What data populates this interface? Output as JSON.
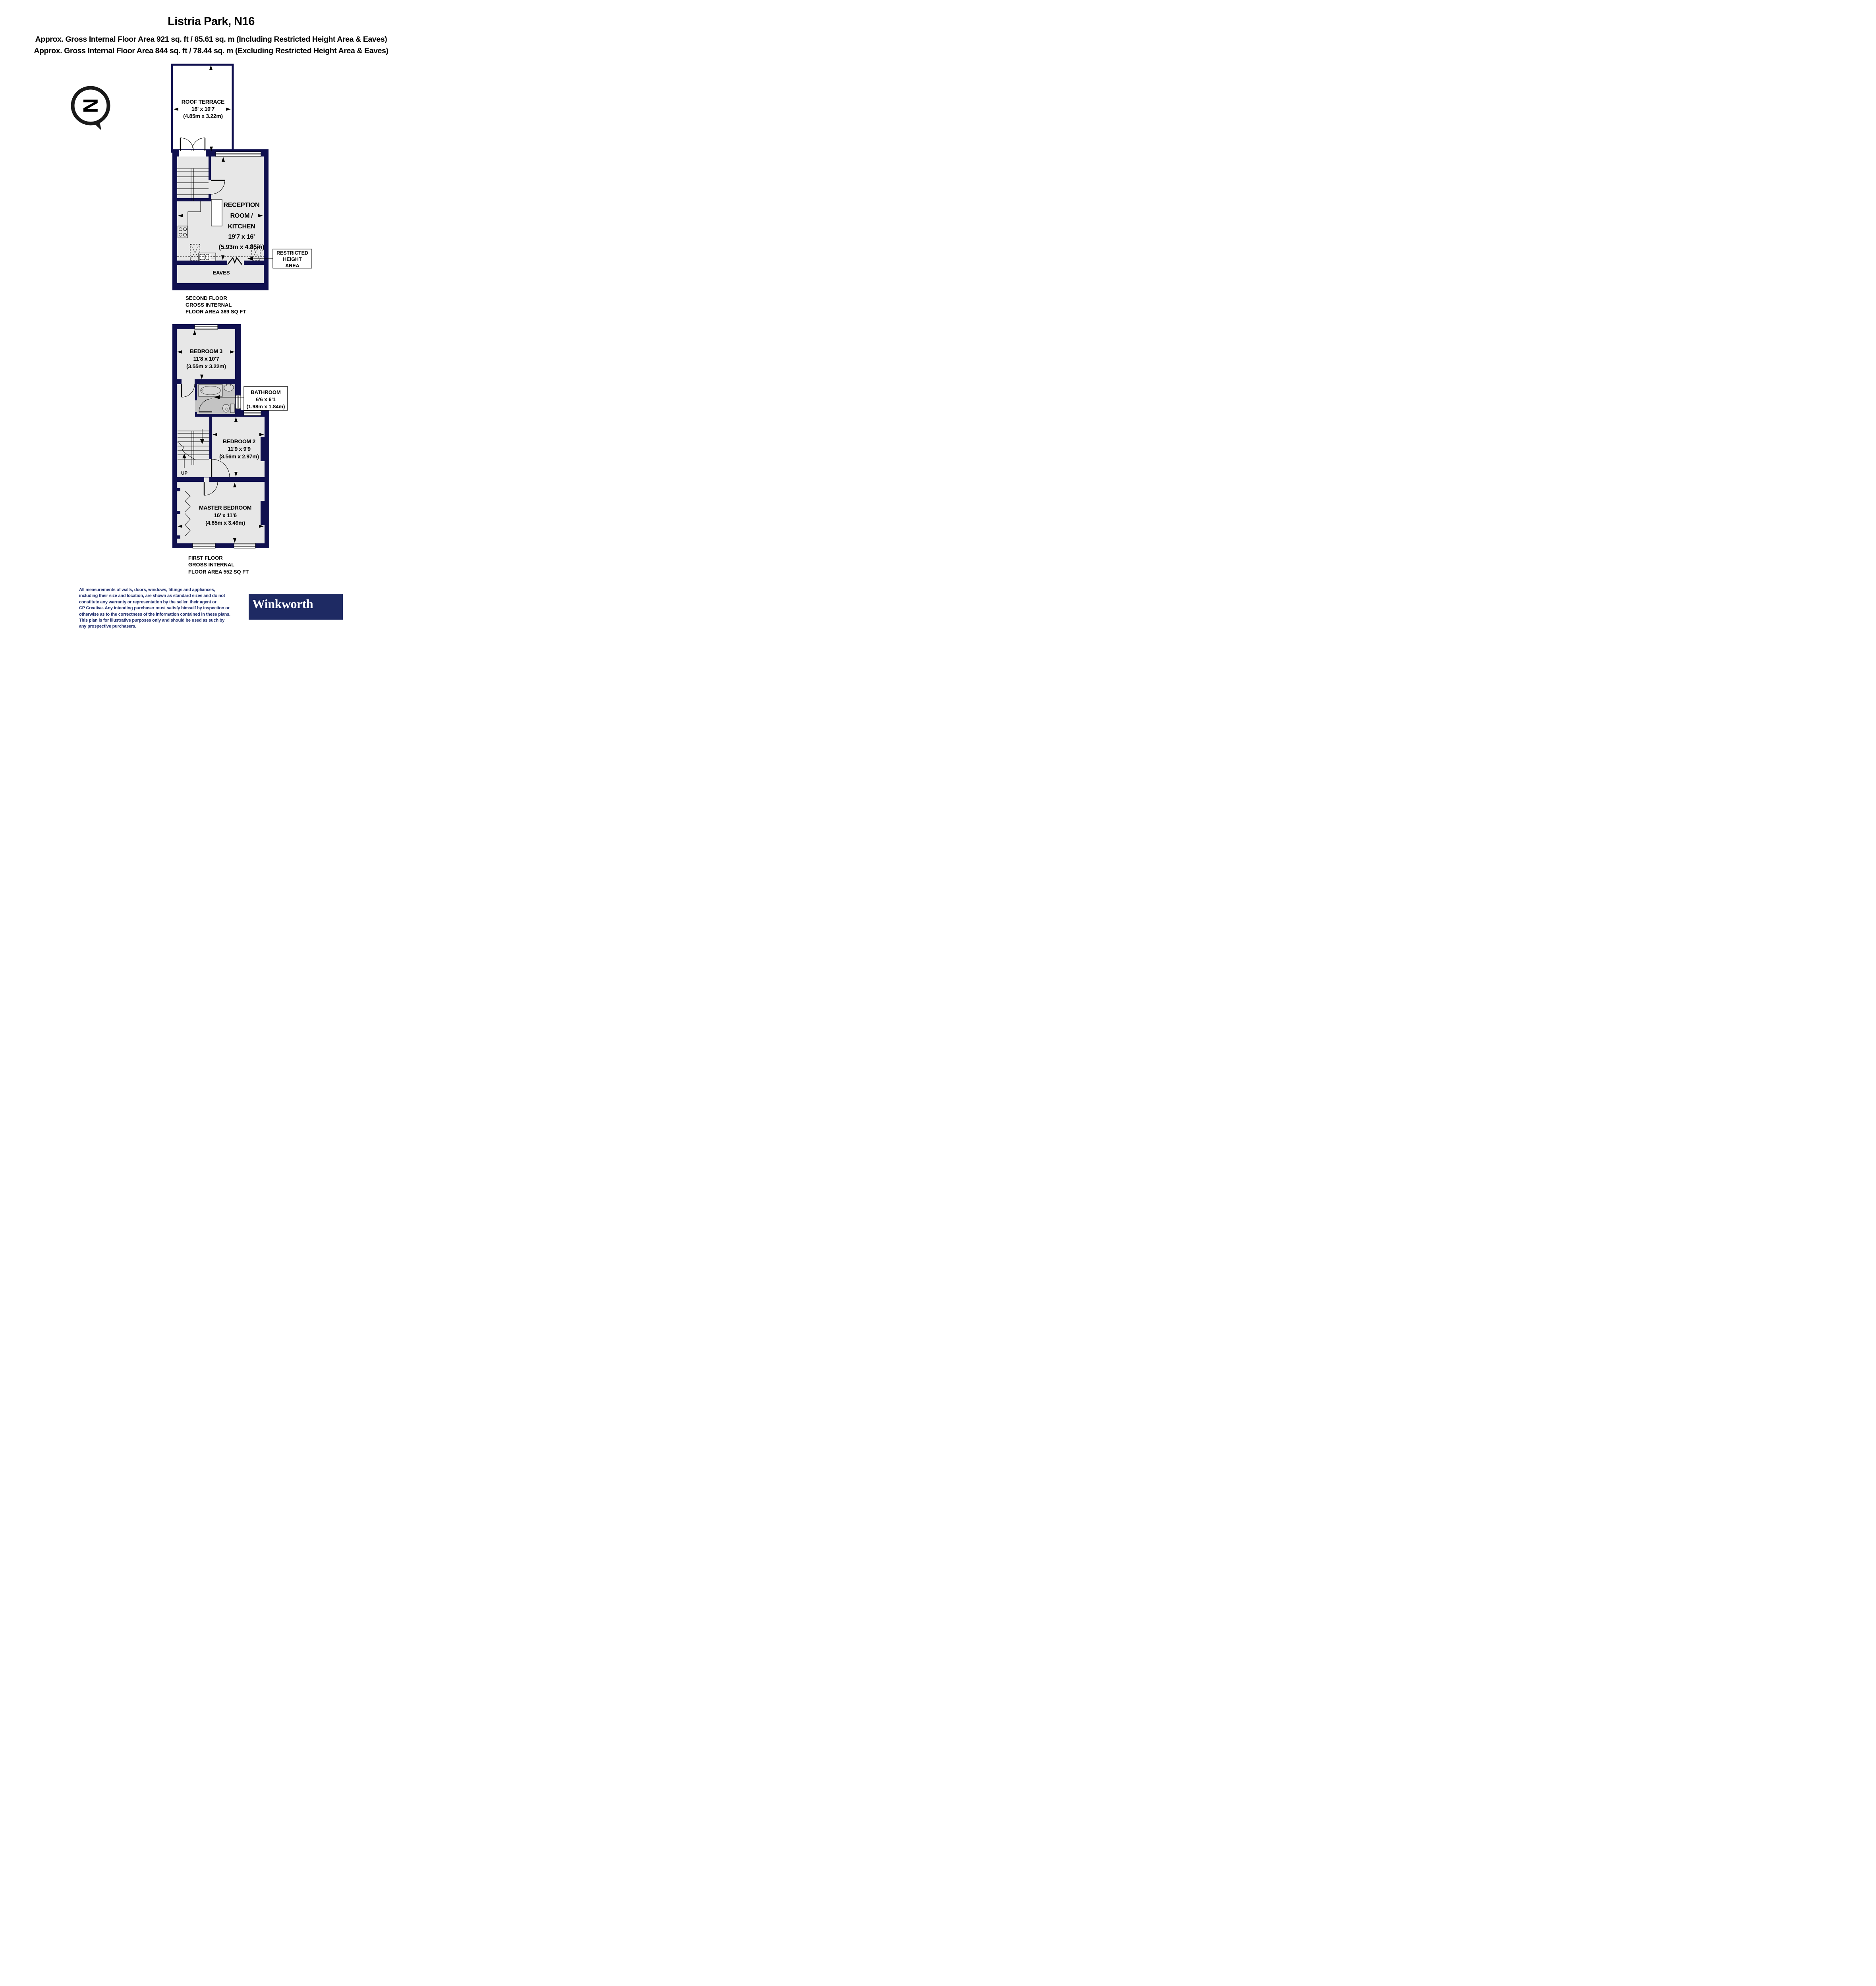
{
  "header": {
    "title": "Listria Park, N16",
    "subtitle_line1": "Approx. Gross Internal Floor Area 921 sq. ft / 85.61 sq. m (Including Restricted Height Area & Eaves)",
    "subtitle_line2": "Approx. Gross Internal Floor Area 844 sq. ft / 78.44 sq. m (Excluding Restricted Height Area & Eaves)"
  },
  "compass": {
    "letter": "N"
  },
  "second_floor": {
    "roof_terrace": {
      "name": "ROOF TERRACE",
      "dim_ft": "16' x 10'7",
      "dim_m": "(4.85m x 3.22m)"
    },
    "reception": {
      "name_line1": "RECEPTION",
      "name_line2": "ROOM /",
      "name_line3": "KITCHEN",
      "dim_ft": "19'7 x 16'",
      "dim_m": "(5.93m x 4.85m)"
    },
    "eaves_label": "EAVES",
    "restricted_callout": {
      "line1": "RESTRICTED",
      "line2": "HEIGHT",
      "line3": "AREA"
    },
    "floor_label": {
      "line1": "SECOND FLOOR",
      "line2": "GROSS INTERNAL",
      "line3": "FLOOR AREA 369 SQ FT"
    }
  },
  "first_floor": {
    "bedroom3": {
      "name": "BEDROOM 3",
      "dim_ft": "11'8 x 10'7",
      "dim_m": "(3.55m x 3.22m)"
    },
    "bathroom_callout": {
      "line1": "BATHROOM",
      "line2": "6'6 x 6'1",
      "line3": "(1.98m x 1.84m)"
    },
    "bedroom2": {
      "name": "BEDROOM 2",
      "dim_ft": "11'9 x 9'9",
      "dim_m": "(3.56m x 2.97m)"
    },
    "master_bedroom": {
      "name": "MASTER BEDROOM",
      "dim_ft": "16' x 11'6",
      "dim_m": "(4.85m x 3.49m)"
    },
    "stairs_label": "UP",
    "floor_label": {
      "line1": "FIRST FLOOR",
      "line2": "GROSS INTERNAL",
      "line3": "FLOOR AREA 552 SQ FT"
    }
  },
  "footer": {
    "disclaimer_lines": [
      "All measurements of walls, doors, windows, fittings and appliances,",
      "including their size and location, are shown as standard sizes and do not",
      "constitute any warranty or representation by the seller, their agent or",
      "CP Creative. Any intending purchaser must satisfy himself by inspection or",
      "otherwise as to the correctness of the information contained in these plans.",
      "This plan is for illustrative purposes only and should be used as such by",
      "any prospective purchasers."
    ],
    "brand_name": "Winkworth"
  },
  "colors": {
    "wall": "#10104f",
    "floor": "#e7e7e7",
    "bathroom_floor": "#c3c3c3",
    "disclaimer_text": "#1b2a6b",
    "brand_background": "#1e2a63",
    "brand_text": "#ffffff",
    "compass_letter": "#7f7f7f"
  }
}
